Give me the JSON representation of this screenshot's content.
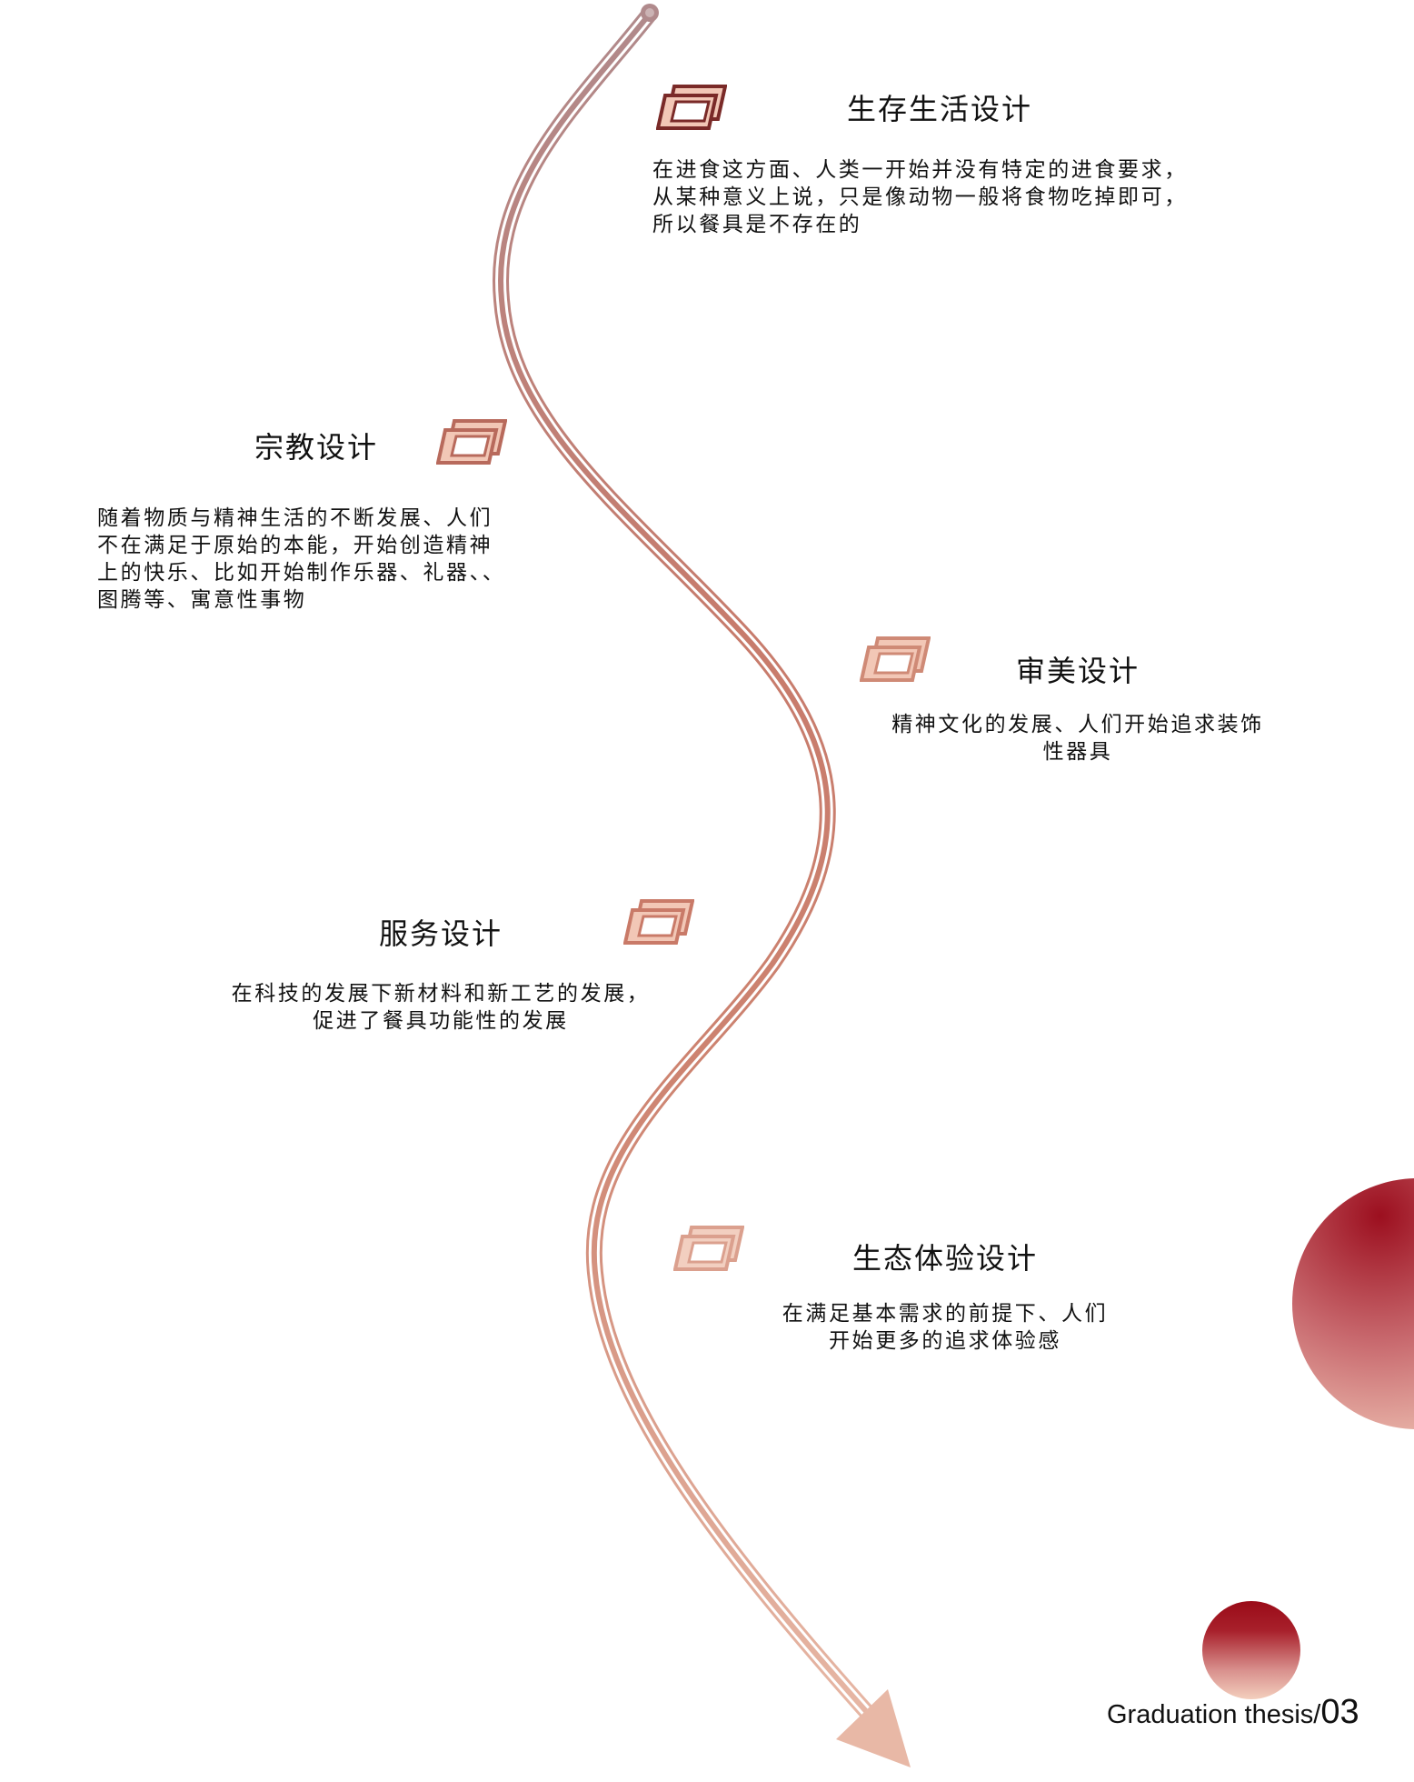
{
  "stages": [
    {
      "title": "生存生活设计",
      "body": [
        "在进食这方面、人类一开始并没有特定的进食要求，",
        "从某种意义上说，只是像动物一般将食物吃掉即可，",
        "所以餐具是不存在的"
      ],
      "icon": "double-parallelogram-icon",
      "icon_stroke": "#7a2a28",
      "icon_fill": "#f2c7b6"
    },
    {
      "title": "宗教设计",
      "body": [
        "随着物质与精神生活的不断发展、人们",
        "不在满足于原始的本能，开始创造精神",
        "上的快乐、比如开始制作乐器、礼器、、",
        "图腾等、寓意性事物"
      ],
      "icon": "double-parallelogram-icon",
      "icon_stroke": "#b86a5c",
      "icon_fill": "#f2c7b6"
    },
    {
      "title": "审美设计",
      "body": [
        "精神文化的发展、人们开始追求装饰",
        "性器具"
      ],
      "icon": "double-parallelogram-icon",
      "icon_stroke": "#cf8a76",
      "icon_fill": "#f2c7b6"
    },
    {
      "title": "服务设计",
      "body": [
        "在科技的发展下新材料和新工艺的发展，",
        "促进了餐具功能性的发展"
      ],
      "icon": "double-parallelogram-icon",
      "icon_stroke": "#c97a68",
      "icon_fill": "#f2c7b6"
    },
    {
      "title": "生态体验设计",
      "body": [
        "在满足基本需求的前提下、人们",
        "开始更多的追求体验感"
      ],
      "icon": "double-parallelogram-icon",
      "icon_stroke": "#dba08e",
      "icon_fill": "#f2cfc0"
    }
  ],
  "timeline": {
    "icon": "s-curve-arrow-icon",
    "color_top": "#b08484",
    "color_mid": "#c97b6a",
    "color_bottom": "#e8b8a6"
  },
  "decor": {
    "big_circle_colors": [
      "#9c0f1f",
      "#c86a6e",
      "#efc4b4"
    ],
    "small_circle_colors": [
      "#9a0b18",
      "#d07f80",
      "#f2cbb8"
    ]
  },
  "footer": {
    "text": "Graduation thesis/",
    "page_number": "03"
  }
}
